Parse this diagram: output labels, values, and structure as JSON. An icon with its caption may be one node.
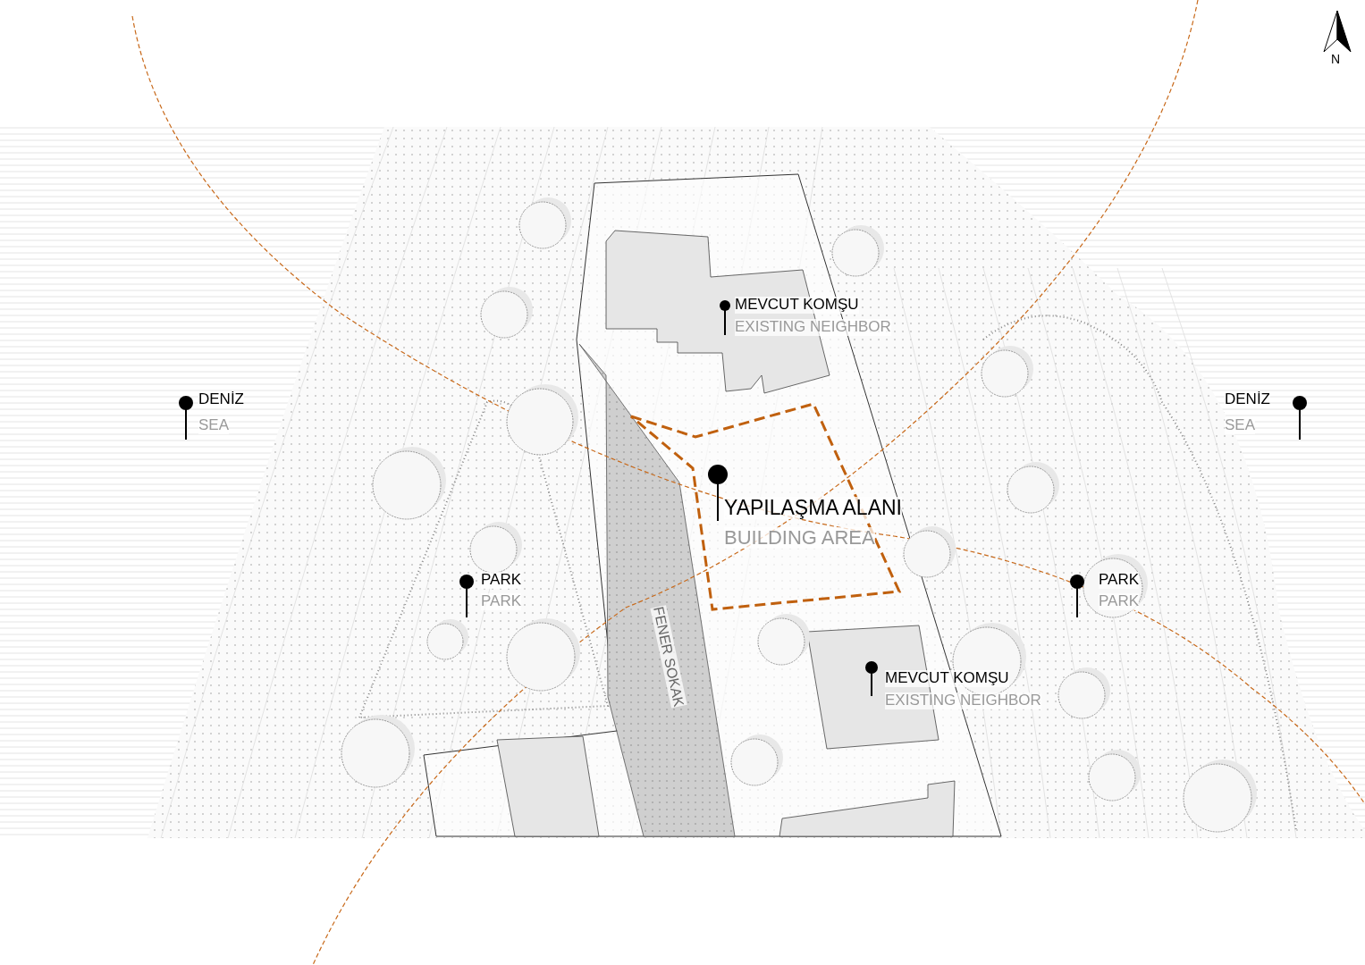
{
  "diagram": {
    "labels": [
      "N",
      "MEVCUT KOMŞU",
      "EXISTING NEIGHBOR",
      "DENİZ",
      "SEA",
      "DENİZ",
      "SEA",
      "YAPILAŞMA ALANI",
      "BUILDING AREA",
      "PARK",
      "PARK",
      "PARK",
      "PARK",
      "FENER SOKAK",
      "MEVCUT KOMŞU",
      "EXISTING NEIGHBOR"
    ]
  }
}
